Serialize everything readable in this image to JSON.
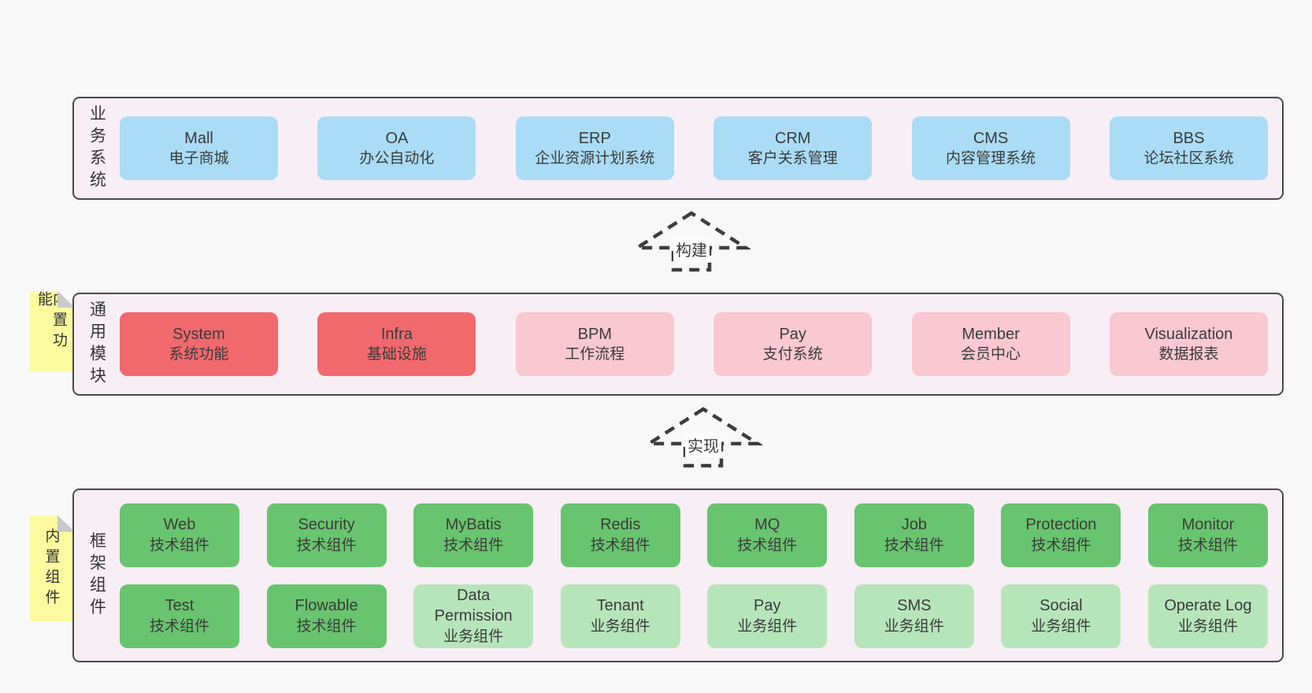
{
  "colors": {
    "page-bg": "#f8f8f8",
    "band-bg": "#f8eef6",
    "band-border": "#4a4a4a",
    "box-text": "#3b3b3b",
    "blue-box": "#aadcf5",
    "red-box": "#f2696d",
    "pink-box": "#f9c8d1",
    "green-box": "#68c46e",
    "lightgreen-box": "#b7e5ba",
    "sticky-yellow": "#fbfa9e",
    "fold-gray": "#c9c9c9",
    "arrow-stroke": "#3d3d3d",
    "label-bg": "#fcfcfc"
  },
  "arrows": [
    {
      "label": "构建"
    },
    {
      "label": "实现"
    }
  ],
  "bands": [
    {
      "label": "业务系统",
      "boxes": [
        {
          "en": "Mall",
          "zh": "电子商城"
        },
        {
          "en": "OA",
          "zh": "办公自动化"
        },
        {
          "en": "ERP",
          "zh": "企业资源计划系统"
        },
        {
          "en": "CRM",
          "zh": "客户关系管理"
        },
        {
          "en": "CMS",
          "zh": "内容管理系统"
        },
        {
          "en": "BBS",
          "zh": "论坛社区系统"
        }
      ]
    },
    {
      "label": "通用模块",
      "sticky": "内置功能",
      "boxes": [
        {
          "en": "System",
          "zh": "系统功能"
        },
        {
          "en": "Infra",
          "zh": "基础设施"
        },
        {
          "en": "BPM",
          "zh": "工作流程"
        },
        {
          "en": "Pay",
          "zh": "支付系统"
        },
        {
          "en": "Member",
          "zh": "会员中心"
        },
        {
          "en": "Visualization",
          "zh": "数据报表"
        }
      ]
    },
    {
      "label": "框架组件",
      "sticky": "内置组件",
      "rows": [
        [
          {
            "en": "Web",
            "zh": "技术组件"
          },
          {
            "en": "Security",
            "zh": "技术组件"
          },
          {
            "en": "MyBatis",
            "zh": "技术组件"
          },
          {
            "en": "Redis",
            "zh": "技术组件"
          },
          {
            "en": "MQ",
            "zh": "技术组件"
          },
          {
            "en": "Job",
            "zh": "技术组件"
          },
          {
            "en": "Protection",
            "zh": "技术组件"
          },
          {
            "en": "Monitor",
            "zh": "技术组件"
          }
        ],
        [
          {
            "en": "Test",
            "zh": "技术组件"
          },
          {
            "en": "Flowable",
            "zh": "技术组件"
          },
          {
            "en": "Data Permission",
            "zh": "业务组件"
          },
          {
            "en": "Tenant",
            "zh": "业务组件"
          },
          {
            "en": "Pay",
            "zh": "业务组件"
          },
          {
            "en": "SMS",
            "zh": "业务组件"
          },
          {
            "en": "Social",
            "zh": "业务组件"
          },
          {
            "en": "Operate Log",
            "zh": "业务组件"
          }
        ]
      ]
    }
  ]
}
